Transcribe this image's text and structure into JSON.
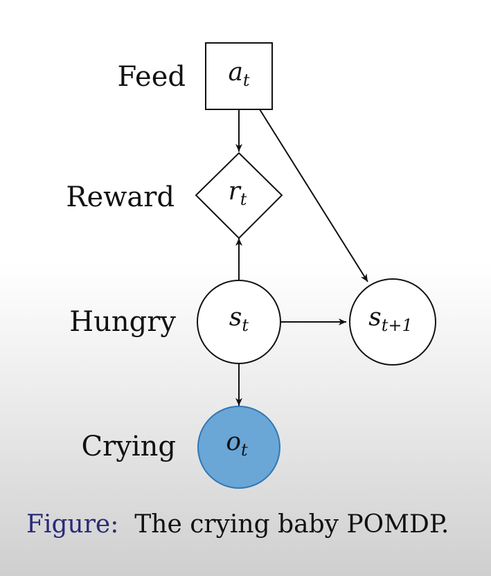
{
  "diagram": {
    "nodes": {
      "feed": {
        "label": "Feed",
        "symbol": "a",
        "subscript": "t",
        "shape": "square"
      },
      "reward": {
        "label": "Reward",
        "symbol": "r",
        "subscript": "t",
        "shape": "diamond"
      },
      "hungry": {
        "label": "Hungry",
        "symbol": "s",
        "subscript": "t",
        "shape": "circle"
      },
      "next_state": {
        "label": "",
        "symbol": "s",
        "subscript": "t+1",
        "shape": "circle"
      },
      "crying": {
        "label": "Crying",
        "symbol": "o",
        "subscript": "t",
        "shape": "circle",
        "observed": true
      }
    },
    "edges": [
      {
        "from": "feed",
        "to": "reward"
      },
      {
        "from": "feed",
        "to": "next_state"
      },
      {
        "from": "hungry",
        "to": "reward"
      },
      {
        "from": "hungry",
        "to": "next_state"
      },
      {
        "from": "hungry",
        "to": "crying"
      }
    ],
    "colors": {
      "observed_fill": "#6aa6d6",
      "observed_stroke": "#2f77b4",
      "stroke": "#111111",
      "caption_prefix": "#2a2a78"
    }
  },
  "caption": {
    "prefix": "Figure:",
    "text": "The crying baby POMDP."
  }
}
